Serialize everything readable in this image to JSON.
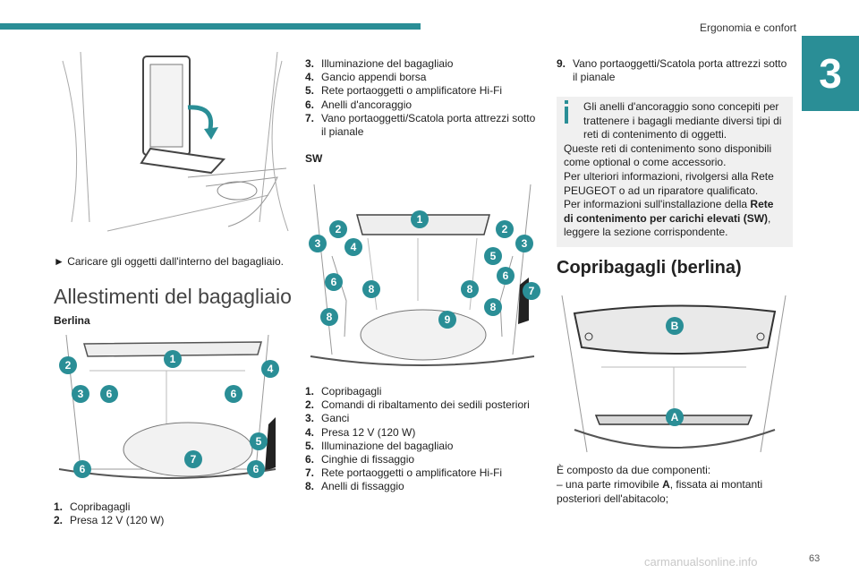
{
  "header": {
    "title": "Ergonomia e confort",
    "chapter": "3",
    "page": "63"
  },
  "left_column": {
    "step": "► Caricare gli oggetti dall'interno del bagagliaio.",
    "section_title": "Allestimenti del bagagliaio",
    "berlina_label": "Berlina",
    "berlina_callouts": [
      "1",
      "2",
      "3",
      "4",
      "5",
      "6",
      "6",
      "6",
      "6",
      "7"
    ],
    "berlina_list": [
      {
        "num": "1.",
        "text": "Copribagagli"
      },
      {
        "num": "2.",
        "text": "Presa 12 V (120 W)"
      }
    ]
  },
  "middle_column": {
    "list_top": [
      {
        "num": "3.",
        "text": "Illuminazione del bagagliaio"
      },
      {
        "num": "4.",
        "text": "Gancio appendi borsa"
      },
      {
        "num": "5.",
        "text": "Rete portaoggetti o amplificatore Hi-Fi"
      },
      {
        "num": "6.",
        "text": "Anelli d'ancoraggio"
      },
      {
        "num": "7.",
        "text": "Vano portaoggetti/Scatola porta attrezzi sotto il pianale"
      }
    ],
    "sw_label": "SW",
    "sw_callouts": [
      "1",
      "2",
      "2",
      "3",
      "3",
      "4",
      "5",
      "6",
      "6",
      "7",
      "8",
      "8",
      "8",
      "8",
      "9"
    ],
    "sw_list": [
      {
        "num": "1.",
        "text": "Copribagagli"
      },
      {
        "num": "2.",
        "text": "Comandi di ribaltamento dei sedili posteriori"
      },
      {
        "num": "3.",
        "text": "Ganci"
      },
      {
        "num": "4.",
        "text": "Presa 12 V (120 W)"
      },
      {
        "num": "5.",
        "text": "Illuminazione del bagagliaio"
      },
      {
        "num": "6.",
        "text": "Cinghie di fissaggio"
      },
      {
        "num": "7.",
        "text": "Rete portaoggetti o amplificatore Hi-Fi"
      },
      {
        "num": "8.",
        "text": "Anelli di fissaggio"
      }
    ]
  },
  "right_column": {
    "list_top": [
      {
        "num": "9.",
        "text": "Vano portaoggetti/Scatola porta attrezzi sotto il pianale"
      }
    ],
    "info": {
      "line1": "Gli anelli d'ancoraggio sono concepiti per trattenere i bagagli mediante diversi tipi di reti di contenimento di oggetti.",
      "line2": "Queste reti di contenimento sono disponibili come optional o come accessorio.",
      "line3": "Per ulteriori informazioni, rivolgersi alla Rete PEUGEOT o ad un riparatore qualificato.",
      "line4_pre": "Per informazioni sull'installazione della ",
      "line4_bold": "Rete di contenimento per carichi elevati (SW)",
      "line4_post": ",",
      "line5": "leggere la sezione corrispondente."
    },
    "heading": "Copribagagli (berlina)",
    "figure_callouts": [
      "B",
      "A"
    ],
    "para1": "È composto da due componenti:",
    "para2_pre": "– una parte rimovibile ",
    "para2_bold": "A",
    "para2_post": ", fissata ai montanti posteriori dell'abitacolo;"
  },
  "footer": {
    "watermark": "carmanualsonline.info"
  }
}
